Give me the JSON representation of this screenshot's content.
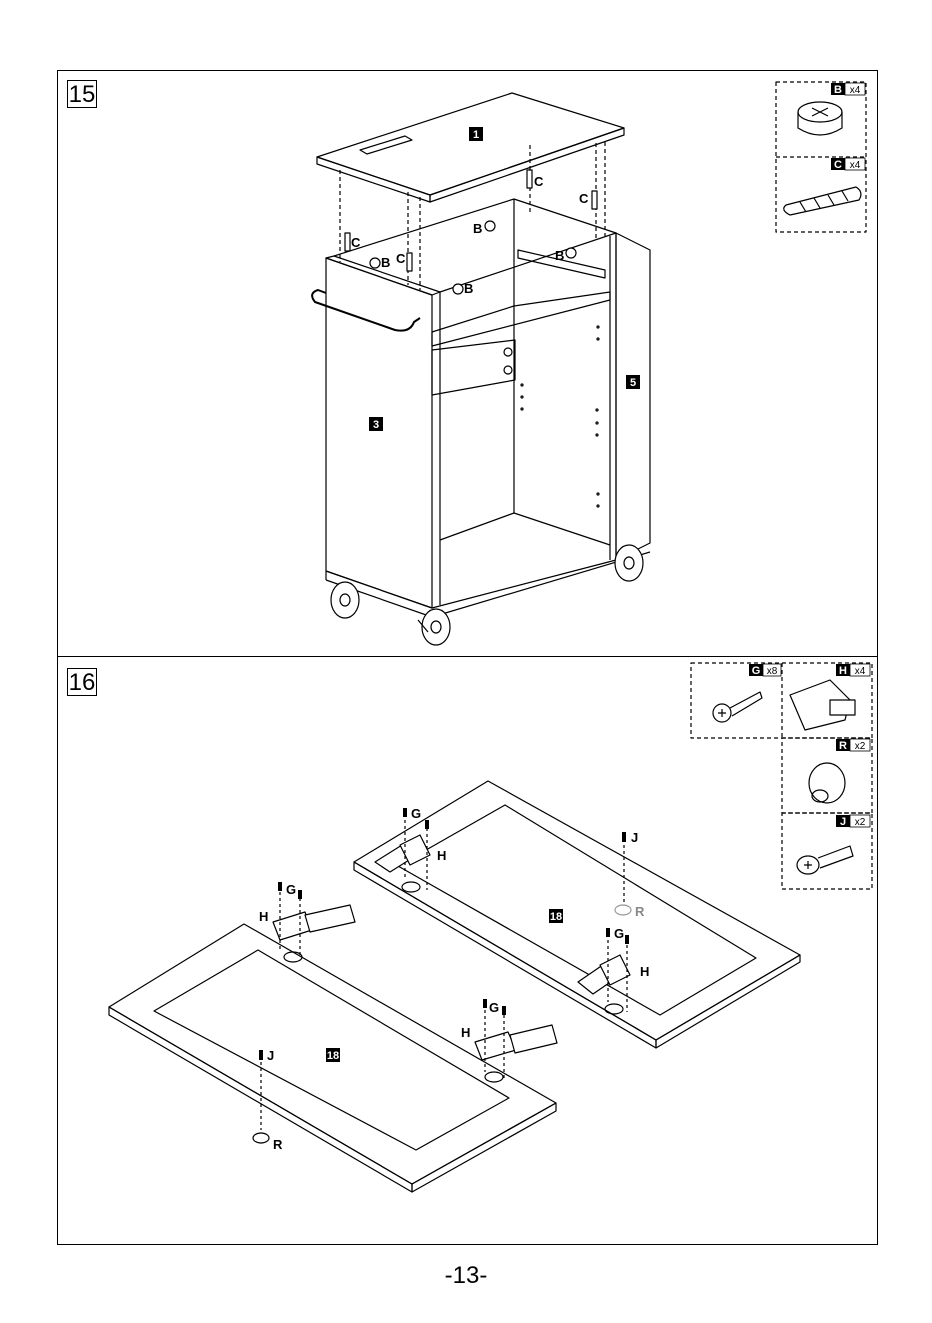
{
  "steps": [
    {
      "number": "15"
    },
    {
      "number": "16"
    }
  ],
  "page_number": "-13-",
  "step15": {
    "panels": {
      "top": "1",
      "side_left": "3",
      "side_right": "5"
    },
    "callouts": {
      "cam": "B",
      "dowel": "C"
    },
    "parts_box": [
      {
        "letter": "B",
        "qty": "x4",
        "icon": "cam-lock-icon"
      },
      {
        "letter": "C",
        "qty": "x4",
        "icon": "wood-dowel-icon"
      }
    ]
  },
  "step16": {
    "panels": {
      "door_a": "18",
      "door_b": "18"
    },
    "callouts": {
      "screw": "G",
      "hinge": "H",
      "knob_screw": "J",
      "knob": "R"
    },
    "parts_box": [
      {
        "letter": "G",
        "qty": "x8",
        "icon": "wood-screw-icon"
      },
      {
        "letter": "H",
        "qty": "x4",
        "icon": "cabinet-hinge-icon"
      },
      {
        "letter": "R",
        "qty": "x2",
        "icon": "knob-icon"
      },
      {
        "letter": "J",
        "qty": "x2",
        "icon": "machine-screw-icon"
      }
    ]
  }
}
